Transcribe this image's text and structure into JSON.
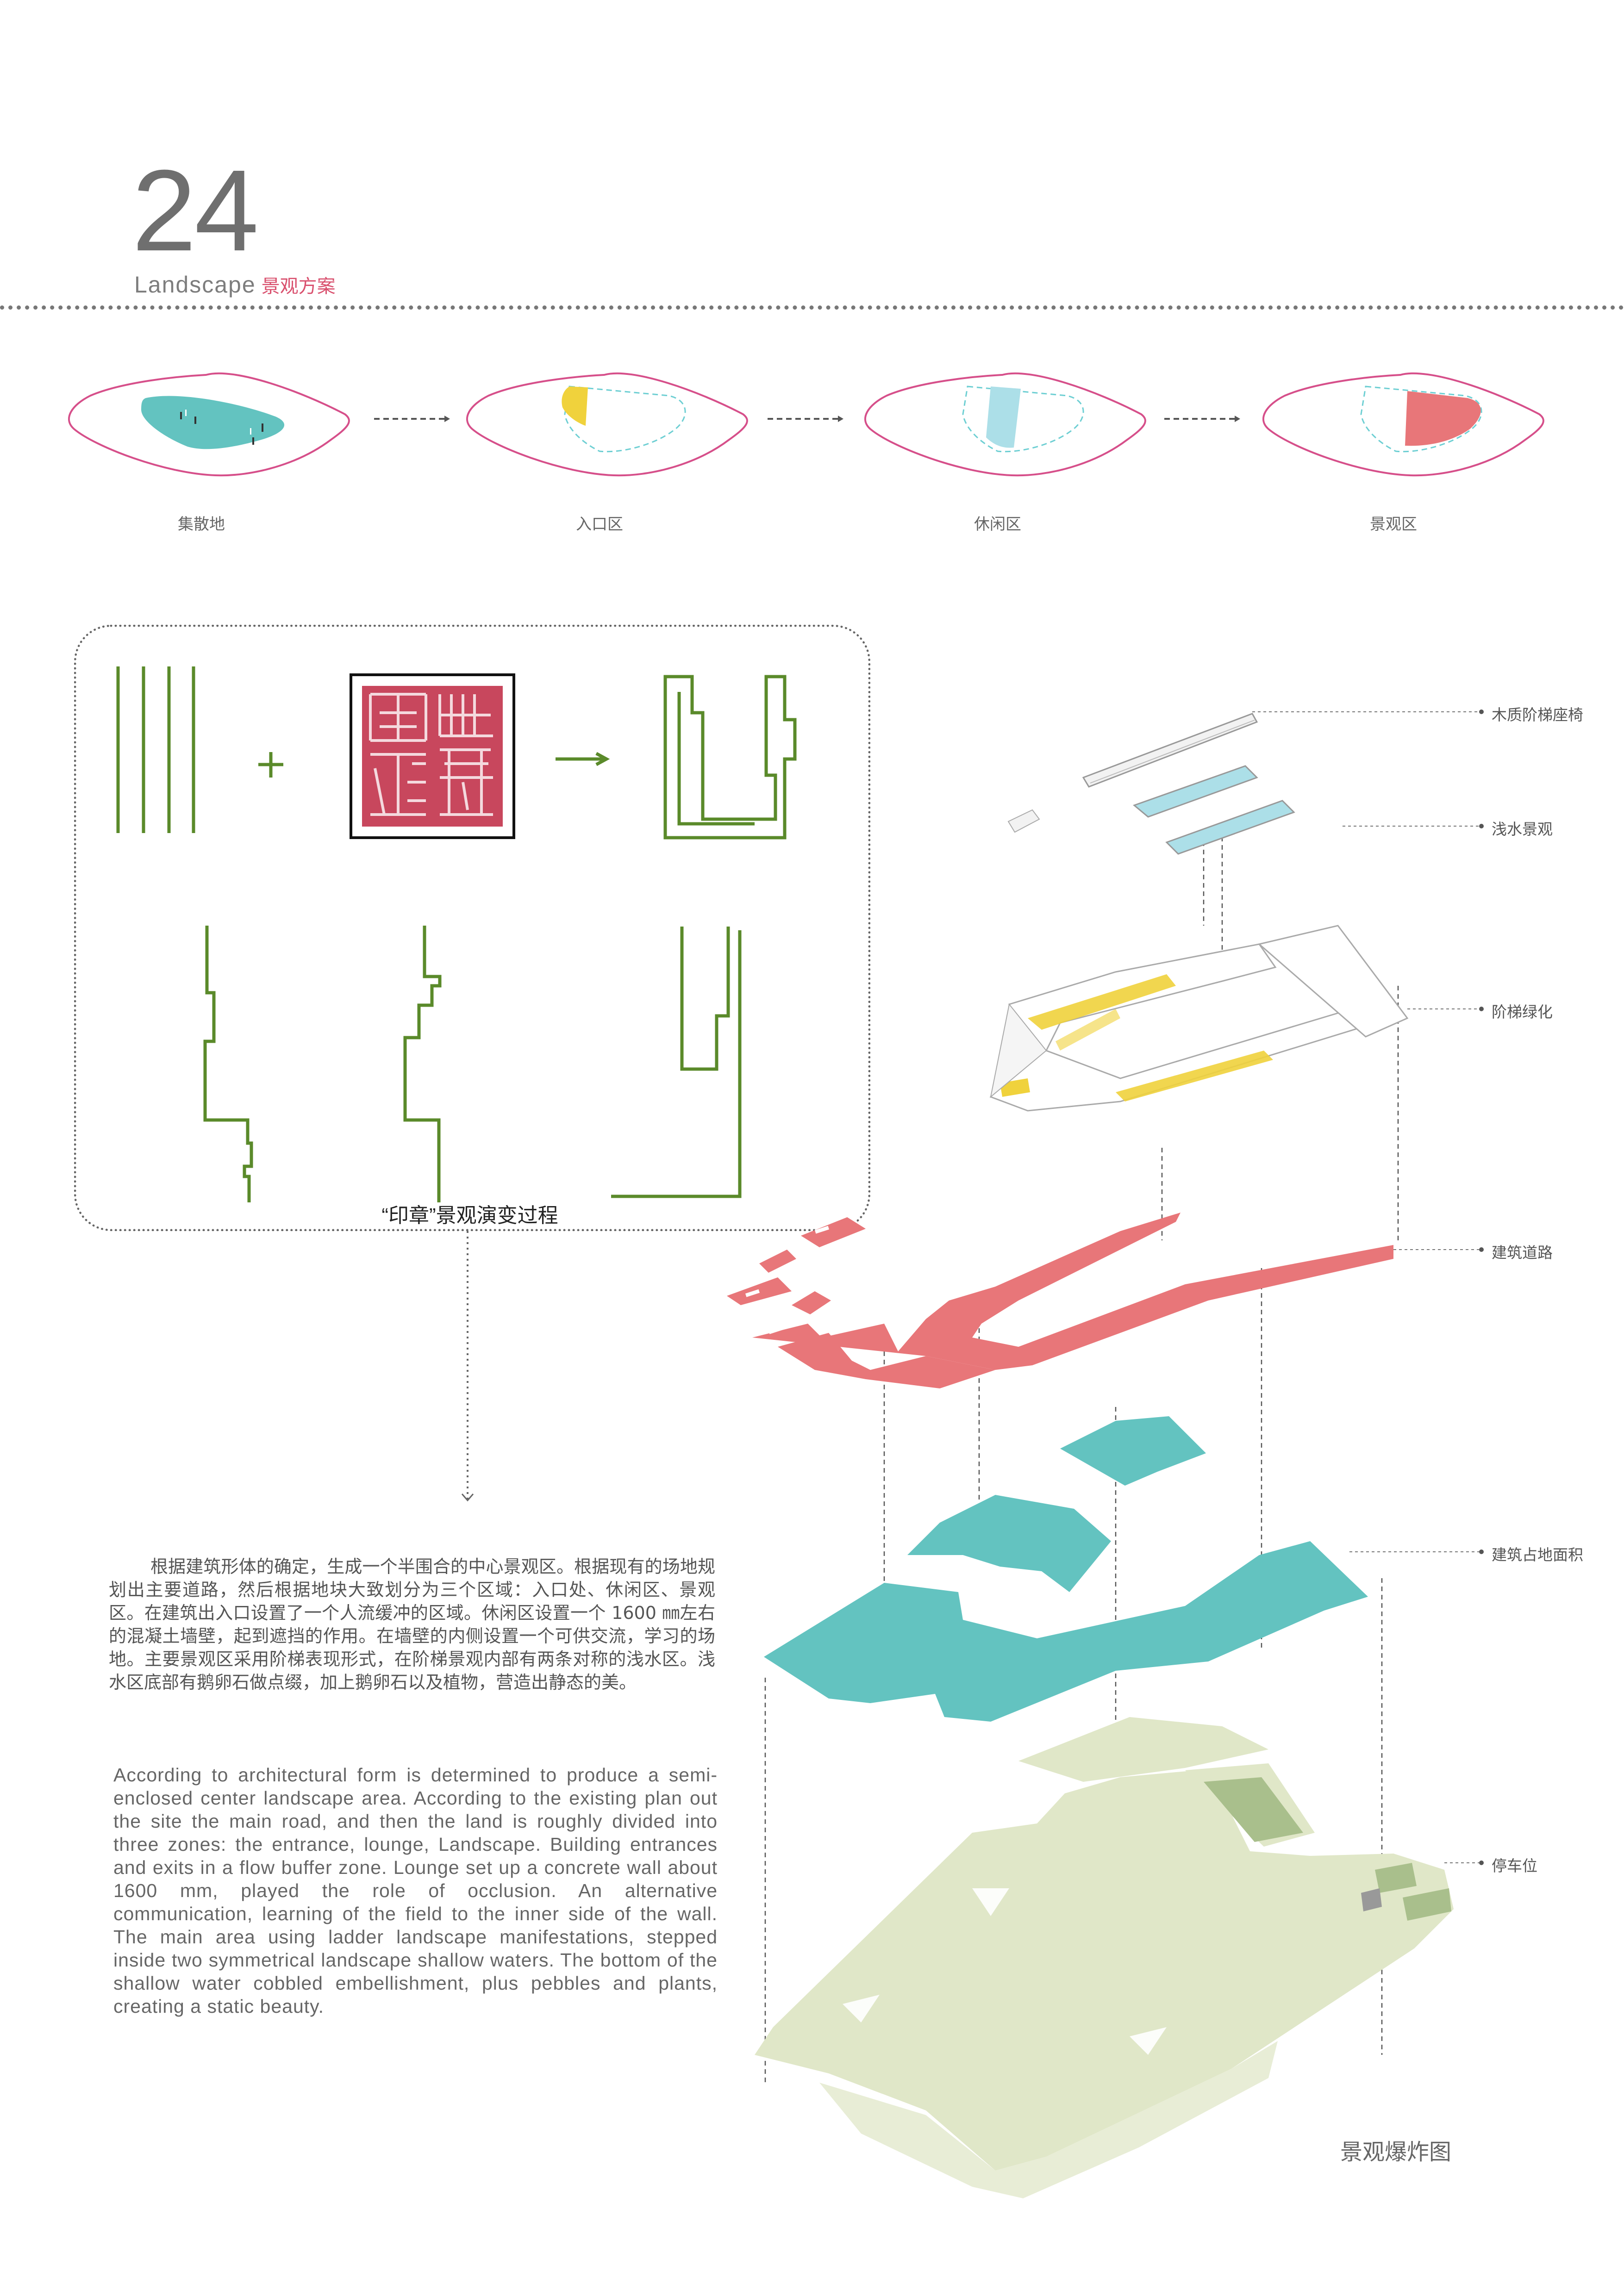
{
  "header": {
    "page_number": "24",
    "title_en": "Landscape",
    "title_zh": "景观方案"
  },
  "zones": [
    {
      "label": "集散地"
    },
    {
      "label": "入口区"
    },
    {
      "label": "休闲区"
    },
    {
      "label": "景观区"
    }
  ],
  "evolution": {
    "caption": "“印章”景观演变过程",
    "seal_text": [
      "幽",
      "意",
      "閑",
      "情"
    ]
  },
  "text": {
    "zh": "根据建筑形体的确定，生成一个半围合的中心景观区。根据现有的场地规划出主要道路，然后根据地块大致划分为三个区域：入口处、休闲区、景观区。在建筑出入口设置了一个人流缓冲的区域。休闲区设置一个 1600 ㎜左右的混凝土墙壁，起到遮挡的作用。在墙壁的内侧设置一个可供交流，学习的场地。主要景观区采用阶梯表现形式，在阶梯景观内部有两条对称的浅水区。浅水区底部有鹅卵石做点缀，加上鹅卵石以及植物，营造出静态的美。",
    "en": "According to architectural form is determined to produce a semi-enclosed center landscape area. According to the existing plan out the site the main road, and then the land is roughly divided into three zones: the entrance, lounge, Landscape. Building entrances and exits in a flow buffer zone. Lounge set up a concrete wall about 1600 mm, played the role of occlusion. An alternative communication, learning of the field to the inner side of the wall. The main area using ladder landscape manifestations, stepped inside two symmetrical landscape shallow waters. The bottom of the shallow water cobbled embellishment, plus pebbles and plants, creating a static beauty."
  },
  "layers": [
    {
      "label": "木质阶梯座椅"
    },
    {
      "label": "浅水景观"
    },
    {
      "label": "阶梯绿化"
    },
    {
      "label": "建筑道路"
    },
    {
      "label": "建筑占地面积"
    },
    {
      "label": "停车位"
    }
  ],
  "diagram_caption": "景观爆炸图",
  "colors": {
    "teal": "#63c3c0",
    "yellow": "#f0d23c",
    "light_blue": "#acdfe8",
    "red": "#e87679",
    "magenta_outline": "#d64f8a",
    "green_line": "#5a8a2a",
    "pale_green": "#e0e7c8",
    "olive_green": "#a9bf8c",
    "seal_red": "#c8475d"
  }
}
